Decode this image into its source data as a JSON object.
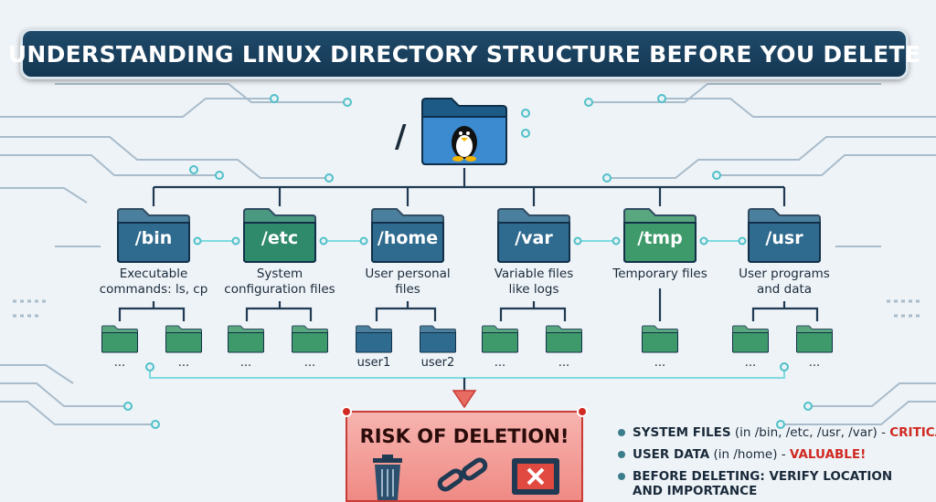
{
  "title": "UNDERSTANDING LINUX DIRECTORY STRUCTURE BEFORE YOU DELETE",
  "root": {
    "label": "/",
    "icon": "tux-penguin-icon"
  },
  "directories": [
    {
      "label": "/bin",
      "desc": [
        "Executable",
        "commands: ls, cp"
      ],
      "children": [
        "...",
        "..."
      ],
      "color": "#2f6b8f"
    },
    {
      "label": "/etc",
      "desc": [
        "System",
        "configuration files"
      ],
      "children": [
        "...",
        "..."
      ],
      "color": "#2f8a6c"
    },
    {
      "label": "/home",
      "desc": [
        "User personal",
        "files"
      ],
      "children": [
        "user1",
        "user2"
      ],
      "color": "#2f6b8f"
    },
    {
      "label": "/var",
      "desc": [
        "Variable files",
        "like logs"
      ],
      "children": [
        "...",
        "..."
      ],
      "color": "#2f6b8f"
    },
    {
      "label": "/tmp",
      "desc": [
        "Temporary files"
      ],
      "children": [
        "..."
      ],
      "color": "#3e9a6a"
    },
    {
      "label": "/usr",
      "desc": [
        "User programs",
        "and data"
      ],
      "children": [
        "...",
        "..."
      ],
      "color": "#2f6b8f"
    }
  ],
  "risk": {
    "title": "RISK OF DELETION!",
    "icons": [
      "trash-can-icon",
      "broken-chain-icon",
      "system-error-icon"
    ]
  },
  "bullets": [
    {
      "strong": "SYSTEM FILES",
      "text": " (in /bin, /etc, /usr, /var) - ",
      "alert": "CRITICAL!"
    },
    {
      "strong": "USER DATA",
      "text": " (in /home) - ",
      "alert": "VALUABLE!"
    },
    {
      "strong": "BEFORE DELETING: VERIFY LOCATION",
      "text": "",
      "alert": ""
    },
    {
      "strong": "AND IMPORTANCE",
      "text": "",
      "alert": ""
    }
  ],
  "colors": {
    "banner": "#1b4260",
    "folder_blue": "#2f6b8f",
    "folder_green": "#3e9a6a",
    "alert_red": "#d02a22",
    "circuit": "#a9bccb"
  }
}
